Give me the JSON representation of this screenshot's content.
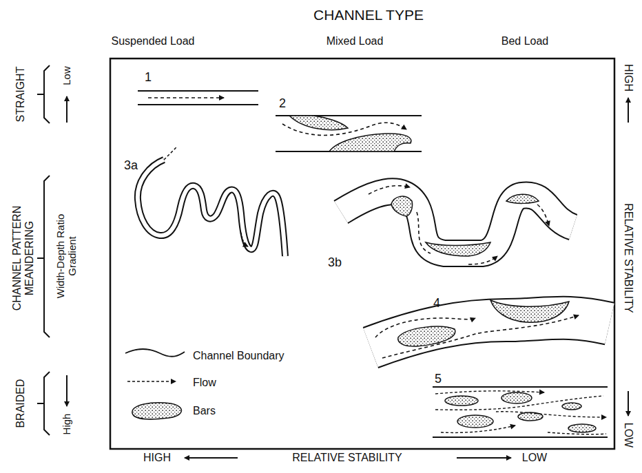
{
  "diagram": {
    "title": "CHANNEL TYPE",
    "labels": [
      "Suspended Load",
      "Mixed Load",
      "Bed Load",
      "STRAIGHT",
      "Low",
      "CHANNEL PATTERN MEANDERING",
      "Width-Depth Ratio Gradient",
      "BRAIDED",
      "High",
      "HIGH",
      "RELATIVE STABILITY",
      "LOW",
      "HIGH",
      "RELATIVE STABILITY",
      "LOW",
      "1",
      "2",
      "3a",
      "3b",
      "4",
      "5"
    ],
    "legend": [
      {
        "text": "Channel Boundary"
      },
      {
        "text": "Flow"
      },
      {
        "text": "Bars"
      }
    ]
  }
}
